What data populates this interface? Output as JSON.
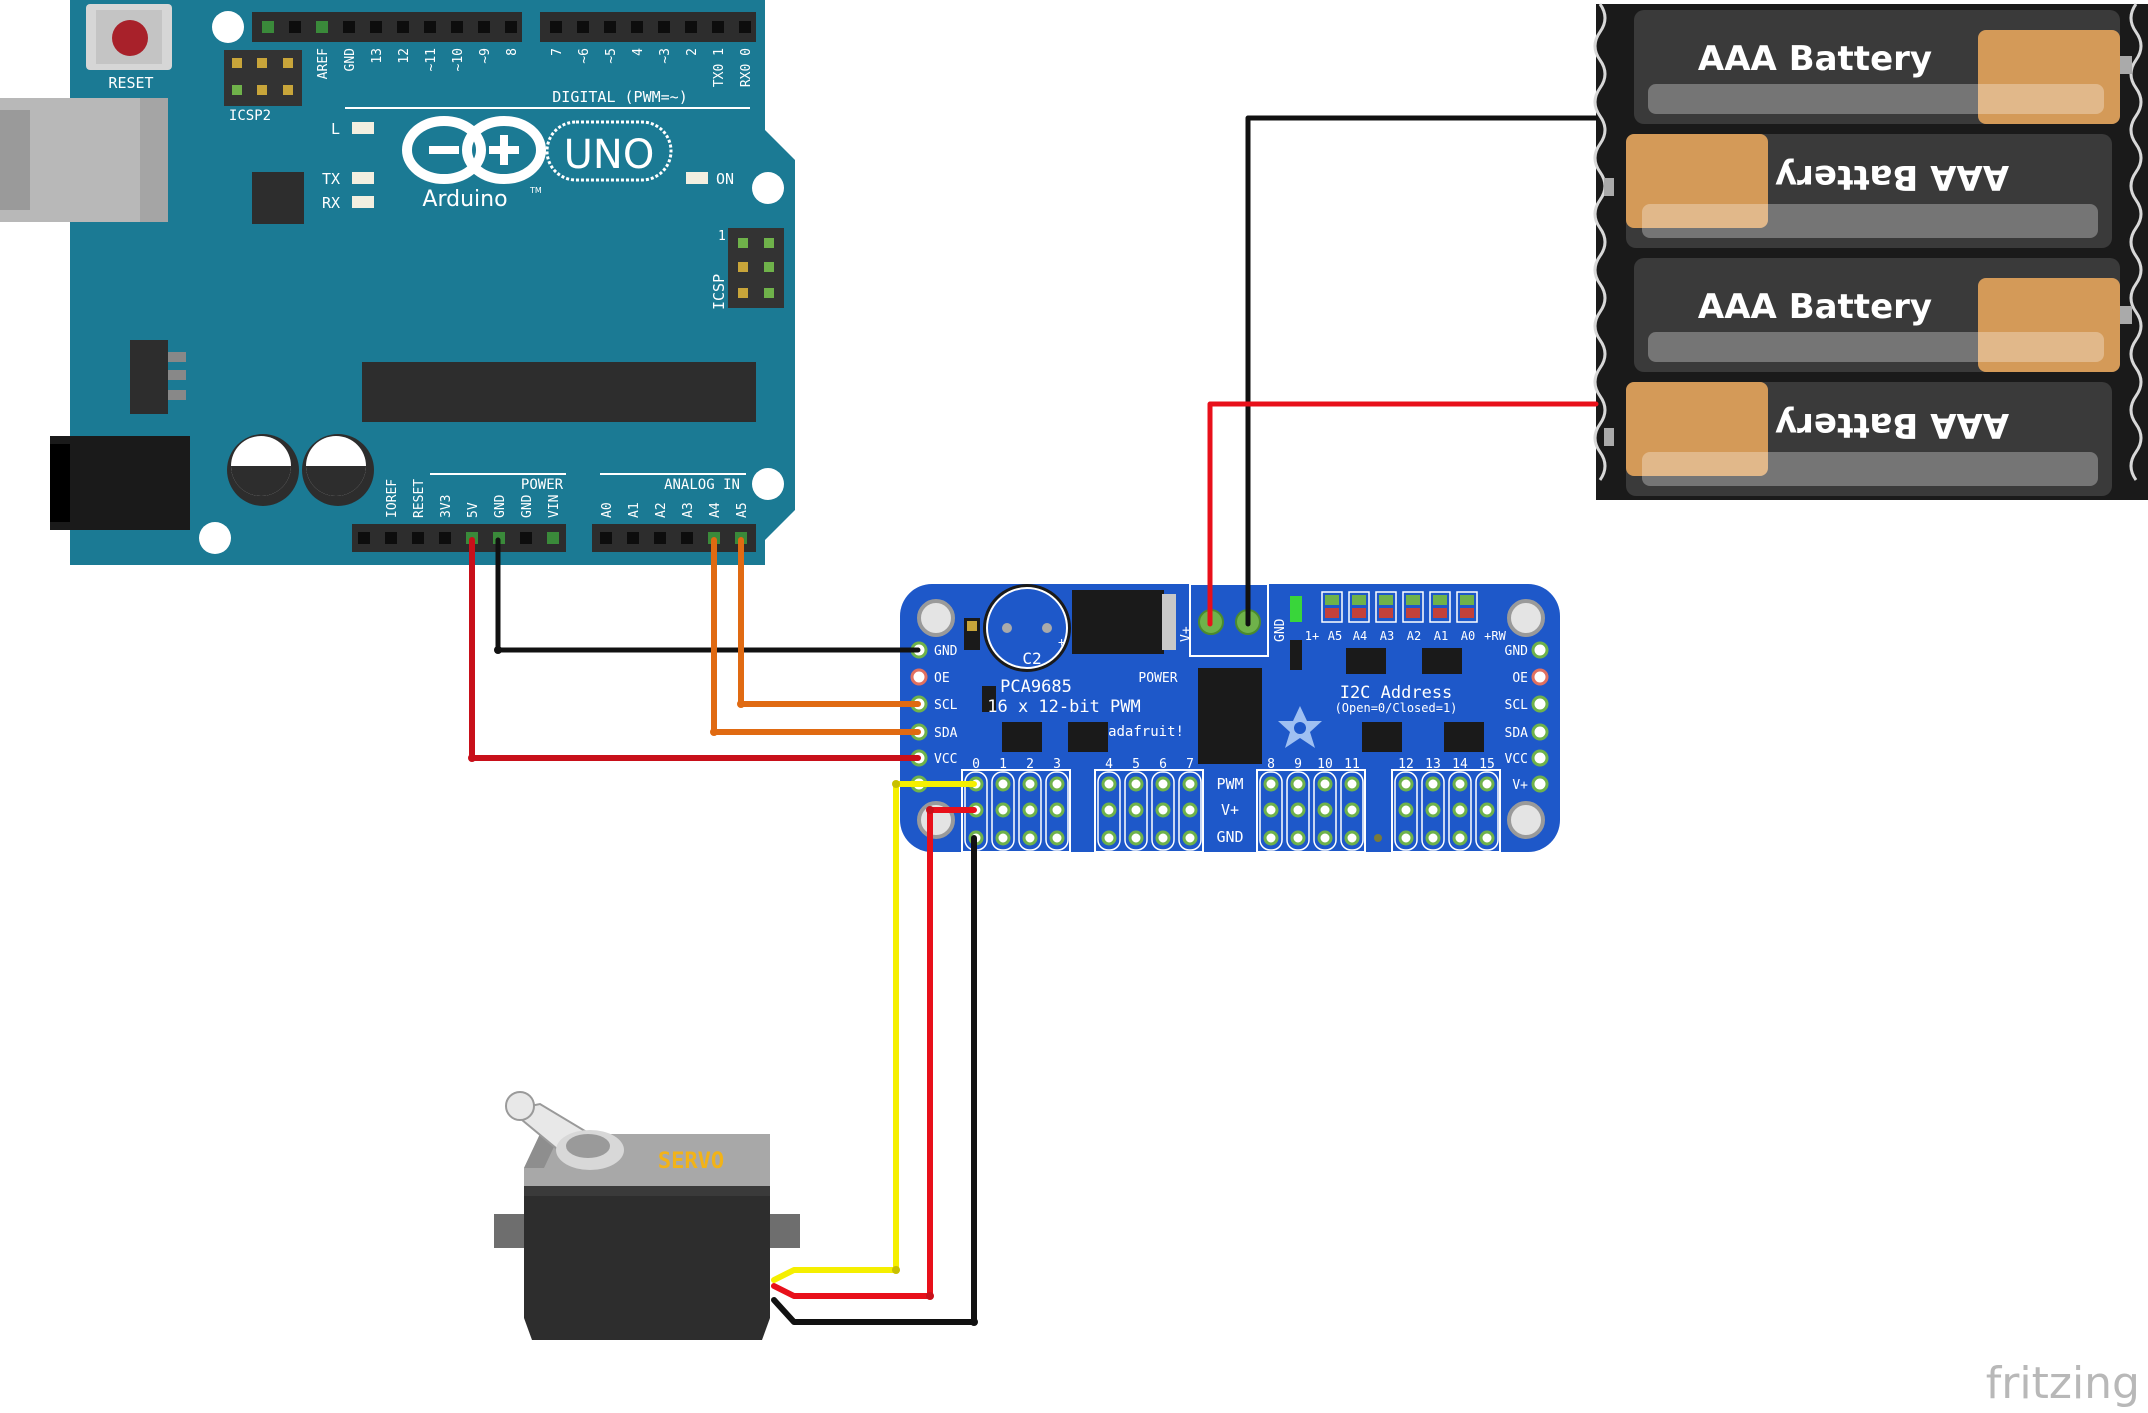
{
  "arduino": {
    "reset_label": "RESET",
    "icsp2_label": "ICSP2",
    "icsp_label": "ICSP",
    "icsp_pin1": "1",
    "brand": "Arduino",
    "tm": "TM",
    "model": "UNO",
    "led_l": "L",
    "led_tx": "TX",
    "led_rx": "RX",
    "led_on": "ON",
    "digital_label": "DIGITAL (PWM=~)",
    "top_pins": [
      "AREF",
      "GND",
      "13",
      "12",
      "~11",
      "~10",
      "~9",
      "8",
      "7",
      "~6",
      "~5",
      "4",
      "~3",
      "2",
      "TX0 1",
      "RX0 0"
    ],
    "power_label": "POWER",
    "analog_label": "ANALOG IN",
    "power_pins": [
      "IOREF",
      "RESET",
      "3V3",
      "5V",
      "GND",
      "GND",
      "VIN"
    ],
    "analog_pins": [
      "A0",
      "A1",
      "A2",
      "A3",
      "A4",
      "A5"
    ]
  },
  "battery": {
    "cells": [
      "AAA Battery",
      "AAA Battery",
      "AAA Battery",
      "AAA Battery"
    ]
  },
  "pca": {
    "chip": "PCA9685",
    "desc": "16 x 12-bit PWM",
    "brand": "adafruit!",
    "cap": "C2",
    "power": "POWER",
    "vplus_term": "V+",
    "gnd_term": "GND",
    "i2c_title": "I2C Address",
    "i2c_sub": "(Open=0/Closed=1)",
    "addr_labels": [
      "1+",
      "A5",
      "A4",
      "A3",
      "A2",
      "A1",
      "A0",
      "+RW"
    ],
    "left_pins": [
      "GND",
      "OE",
      "SCL",
      "SDA",
      "VCC"
    ],
    "right_pins": [
      "GND",
      "OE",
      "SCL",
      "SDA",
      "VCC",
      "V+"
    ],
    "channel_numbers": [
      "0",
      "1",
      "2",
      "3",
      "4",
      "5",
      "6",
      "7",
      "8",
      "9",
      "10",
      "11",
      "12",
      "13",
      "14",
      "15"
    ],
    "row_labels": [
      "PWM",
      "V+",
      "GND"
    ]
  },
  "servo": {
    "label": "SERVO"
  },
  "watermark": "fritzing",
  "colors": {
    "arduino_board": "#1b7a94",
    "pca_board": "#1e58c9",
    "wire_black": "#111111",
    "wire_red": "#e8101a",
    "wire_dark_red": "#c8101a",
    "wire_orange": "#e06a12",
    "wire_yellow": "#f5ef00",
    "battery_copper": "#d49a58"
  }
}
